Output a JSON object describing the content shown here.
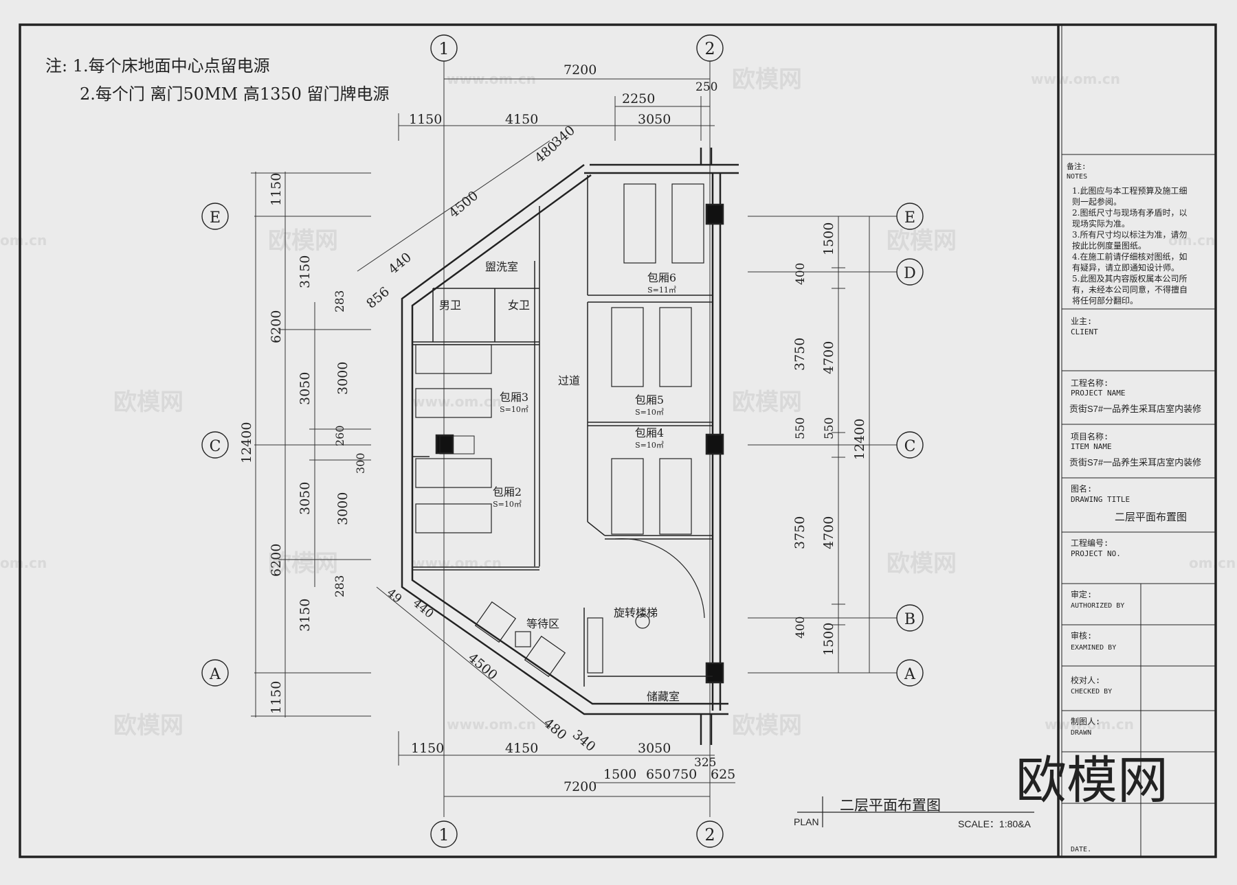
{
  "notes": {
    "line1": "注: 1.每个床地面中心点留电源",
    "line2": "2.每个门 离门50MM 高1350 留门牌电源"
  },
  "axes": {
    "col1": "1",
    "col2": "2",
    "rowE": "E",
    "rowD": "D",
    "rowC": "C",
    "rowB": "B",
    "rowA": "A"
  },
  "dims": {
    "top_total": "7200",
    "top_250": "250",
    "top_2250": "2250",
    "top_1150": "1150",
    "top_4150": "4150",
    "top_3050": "3050",
    "diag_480": "480",
    "diag_340": "340",
    "diag_4500_top": "4500",
    "diag_440": "440",
    "diag_856": "856",
    "diag_283_top": "283",
    "left_1150_top": "1150",
    "left_3150_top": "3150",
    "left_6200_top": "6200",
    "left_3050_a": "3050",
    "left_3000_a": "3000",
    "left_12400": "12400",
    "left_260": "260",
    "left_300": "300",
    "left_3050_b": "3050",
    "left_3000_b": "3000",
    "left_6200_bot": "6200",
    "left_283_bot": "283",
    "left_3150_bot": "3150",
    "left_1150_bot": "1150",
    "diag_4500_bot": "4500",
    "diag_480_bot": "480",
    "diag_340_bot": "340",
    "diag_49": "49",
    "diag_440_bot": "440",
    "right_1500_top": "1500",
    "right_400_top": "400",
    "right_3750_a": "3750",
    "right_4700_a": "4700",
    "right_12400": "12400",
    "right_550": "550",
    "right_550b": "550",
    "right_3750_b": "3750",
    "right_4700_b": "4700",
    "right_400_bot": "400",
    "right_1500_bot": "1500",
    "bot_1150": "1150",
    "bot_4150": "4150",
    "bot_3050": "3050",
    "bot_325": "325",
    "bot_1500": "1500",
    "bot_650": "650",
    "bot_750": "750",
    "bot_625": "625",
    "bot_7200": "7200"
  },
  "rooms": {
    "washroom": "盥洗室",
    "male": "男卫",
    "female": "女卫",
    "room6": "包厢6",
    "room6_area": "S=11㎡",
    "room5": "包厢5",
    "room5_area": "S=10㎡",
    "room4": "包厢4",
    "room4_area": "S=10㎡",
    "room3": "包厢3",
    "room3_area": "S=10㎡",
    "room2": "包厢2",
    "room2_area": "S=10㎡",
    "corridor": "过道",
    "waiting": "等待区",
    "stair": "旋转楼梯",
    "storage": "储藏室"
  },
  "title_block": {
    "notes_cn": "备注:",
    "notes_en": "NOTES",
    "note_items": [
      "1.此图应与本工程预算及施工细",
      "则一起参阅。",
      "2.图纸尺寸与现场有矛盾时，以",
      "现场实际为准。",
      "3.所有尺寸均以标注为准，请勿",
      "按此比例度量图纸。",
      "4.在施工前请仔细核对图纸，如",
      "有疑异，请立即通知设计师。",
      "5.此图及其内容版权属本公司所",
      "有，未经本公司同意，不得擅自",
      "将任何部分翻印。"
    ],
    "client_cn": "业主:",
    "client_en": "CLIENT",
    "project_cn": "工程名称:",
    "project_en": "PROJECT NAME",
    "project_value": "贡街S7#一品养生采耳店室内装修",
    "item_cn": "项目名称:",
    "item_en": "ITEM NAME",
    "item_value": "贡街S7#一品养生采耳店室内装修",
    "drawing_cn": "图名:",
    "drawing_en": "DRAWING TITLE",
    "drawing_value": "二层平面布置图",
    "projno_cn": "工程编号:",
    "projno_en": "PROJECT NO.",
    "auth_cn": "审定:",
    "auth_en": "AUTHORIZED BY",
    "exam_cn": "审核:",
    "exam_en": "EXAMINED BY",
    "check_cn": "校对人:",
    "check_en": "CHECKED BY",
    "draw_cn": "制图人:",
    "draw_en": "DRAWN",
    "date_en": "DATE."
  },
  "plan_title": {
    "title": "二层平面布置图",
    "plan": "PLAN",
    "scale": "SCALE：1:80&A"
  },
  "watermarks": {
    "brand": "欧模网",
    "url": "www.om.cn",
    "url_short": "om.cn"
  },
  "colors": {
    "line": "#222222",
    "paper": "#ebebeb",
    "watermark": "#d9d9d9"
  }
}
